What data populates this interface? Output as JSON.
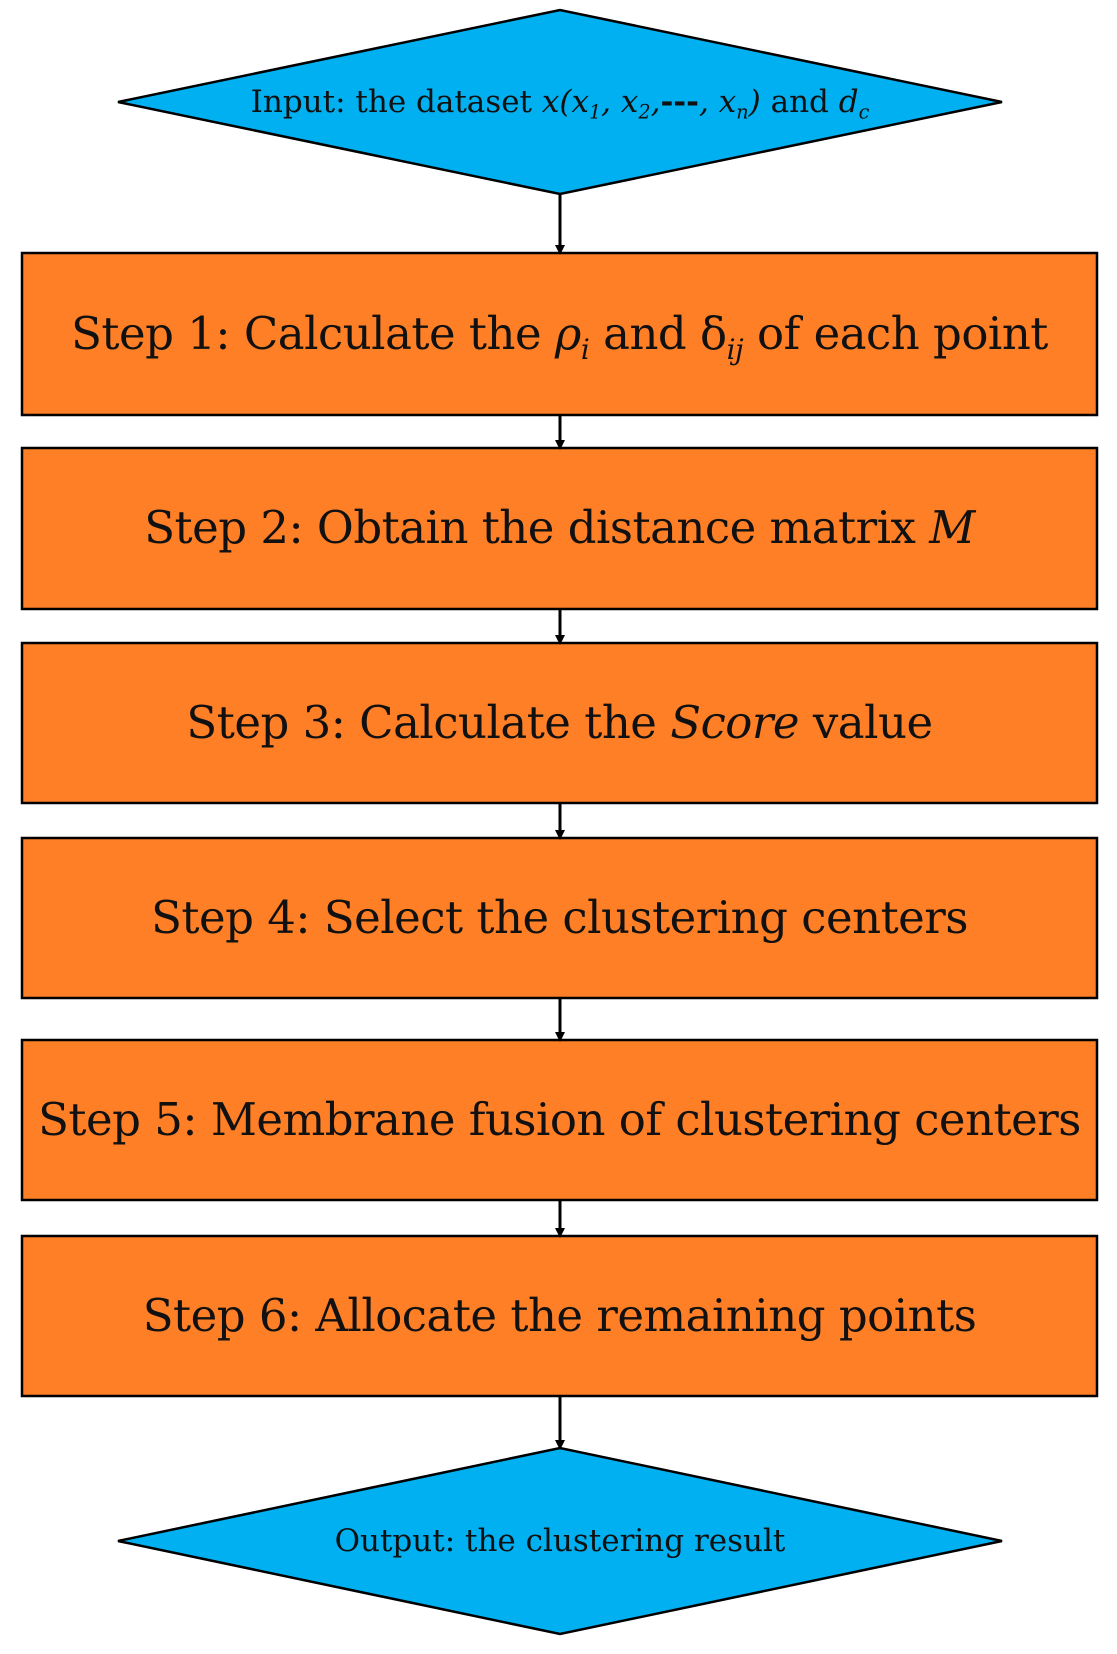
{
  "input": {
    "prefix": "Input: the dataset ",
    "x": "x",
    "open": "(",
    "x1": "x",
    "s1": "1",
    "sep1": ", ",
    "x2": "x",
    "s2": "2",
    "sep2": ",",
    "dashes": "---",
    "sep3": ", ",
    "xn": "x",
    "sn": "n",
    "close": ")",
    "and": " and ",
    "d": "d",
    "sc": "c"
  },
  "steps": {
    "s1": {
      "pre": "Step 1: Calculate the ",
      "rho": "ρ",
      "rho_sub": "i",
      "mid": " and ",
      "delta": "δ",
      "delta_sub": "ij",
      "post": " of each point"
    },
    "s2": {
      "pre": "Step 2: Obtain the distance matrix ",
      "var": "M"
    },
    "s3": {
      "pre": "Step 3: Calculate the ",
      "var": "Score",
      "post": " value"
    },
    "s4": {
      "text": "Step 4: Select the clustering centers"
    },
    "s5": {
      "text": "Step 5: Membrane fusion of clustering centers"
    },
    "s6": {
      "text": "Step 6: Allocate the remaining points"
    }
  },
  "output": {
    "text": "Output: the clustering result"
  },
  "colors": {
    "process_fill": "#FF7F27",
    "decision_fill": "#00B0F0",
    "stroke": "#000000"
  }
}
